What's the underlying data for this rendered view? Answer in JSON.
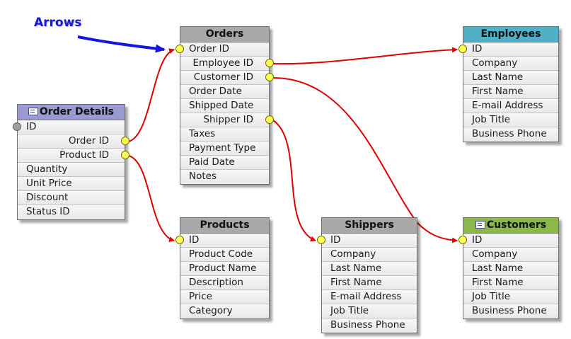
{
  "annotation": {
    "label": "Arrows"
  },
  "colors": {
    "relationship_line": "#e00000",
    "annotation_arrow": "#1515e0",
    "connector_key": "#ffff55",
    "connector_primary": "#a0a0a0"
  },
  "tables": {
    "order_details": {
      "title": "Order Details",
      "header_color": "#9a9ad0",
      "icon": "table-icon",
      "fields": [
        "ID",
        "Order ID",
        "Product ID",
        "Quantity",
        "Unit Price",
        "Discount",
        "Status ID"
      ]
    },
    "orders": {
      "title": "Orders",
      "header_color": "#a9a9a9",
      "fields": [
        "Order ID",
        "Employee ID",
        "Customer ID",
        "Order Date",
        "Shipped Date",
        "Shipper ID",
        "Taxes",
        "Payment Type",
        "Paid Date",
        "Notes"
      ]
    },
    "employees": {
      "title": "Employees",
      "header_color": "#4fb0c8",
      "fields": [
        "ID",
        "Company",
        "Last Name",
        "First Name",
        "E-mail Address",
        "Job Title",
        "Business Phone"
      ]
    },
    "products": {
      "title": "Products",
      "header_color": "#a9a9a9",
      "fields": [
        "ID",
        "Product Code",
        "Product Name",
        "Description",
        "Price",
        "Category"
      ]
    },
    "shippers": {
      "title": "Shippers",
      "header_color": "#a9a9a9",
      "fields": [
        "ID",
        "Company",
        "Last Name",
        "First Name",
        "E-mail Address",
        "Job Title",
        "Business Phone"
      ]
    },
    "customers": {
      "title": "Customers",
      "header_color": "#8ab84a",
      "icon": "contact-card-icon",
      "fields": [
        "ID",
        "Company",
        "Last Name",
        "First Name",
        "Job Title",
        "Business Phone"
      ]
    }
  }
}
